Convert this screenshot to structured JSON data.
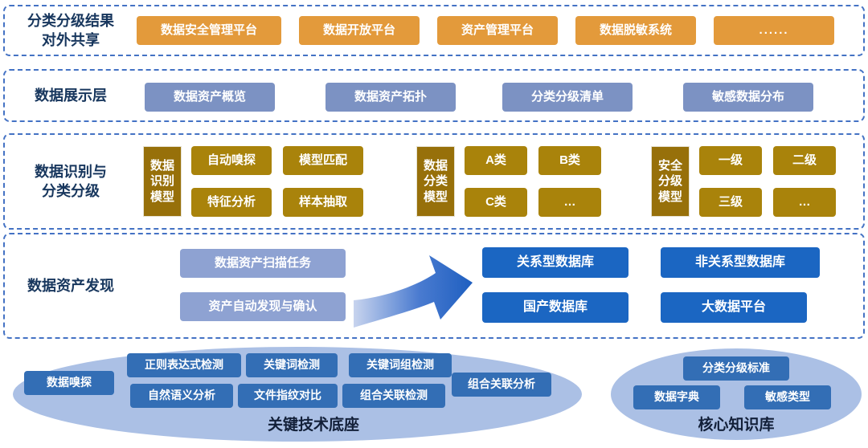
{
  "colors": {
    "border": "#4472C4",
    "navy": "#17365D",
    "orange": "#E39A3B",
    "slate": "#7C92C3",
    "gold": "#A9830B",
    "goldDark": "#97700A",
    "peri": "#8EA2D2",
    "darkblue": "#1B66C2",
    "medblue": "#336EB5",
    "ellipse": "#ABC0E5"
  },
  "bands": {
    "sharing": {
      "label": "分类分级结果\n对外共享",
      "items": [
        "数据安全管理平台",
        "数据开放平台",
        "资产管理平台",
        "数据脱敏系统",
        "......"
      ]
    },
    "display": {
      "label": "数据展示层",
      "items": [
        "数据资产概览",
        "数据资产拓扑",
        "分类分级清单",
        "敏感数据分布"
      ]
    },
    "recognition": {
      "label": "数据识别与\n分类分级",
      "groups": [
        {
          "model": "数据\n识别\n模型",
          "items": [
            "自动嗅探",
            "模型匹配",
            "特征分析",
            "样本抽取"
          ]
        },
        {
          "model": "数据\n分类\n模型",
          "items": [
            "A类",
            "B类",
            "C类",
            "…"
          ]
        },
        {
          "model": "安全\n分级\n模型",
          "items": [
            "一级",
            "二级",
            "三级",
            "…"
          ]
        }
      ]
    },
    "discovery": {
      "label": "数据资产发现",
      "tasks": [
        "数据资产扫描任务",
        "资产自动发现与确认"
      ],
      "targets": [
        "关系型数据库",
        "非关系型数据库",
        "国产数据库",
        "大数据平台"
      ]
    }
  },
  "foundations": {
    "tech": {
      "label": "关键技术底座",
      "items": [
        "数据嗅探",
        "正则表达式检测",
        "关键词检测",
        "关键词组检测",
        "自然语义分析",
        "文件指纹对比",
        "组合关联检测",
        "组合关联分析"
      ]
    },
    "knowledge": {
      "label": "核心知识库",
      "items": [
        "分类分级标准",
        "数据字典",
        "敏感类型"
      ]
    }
  }
}
